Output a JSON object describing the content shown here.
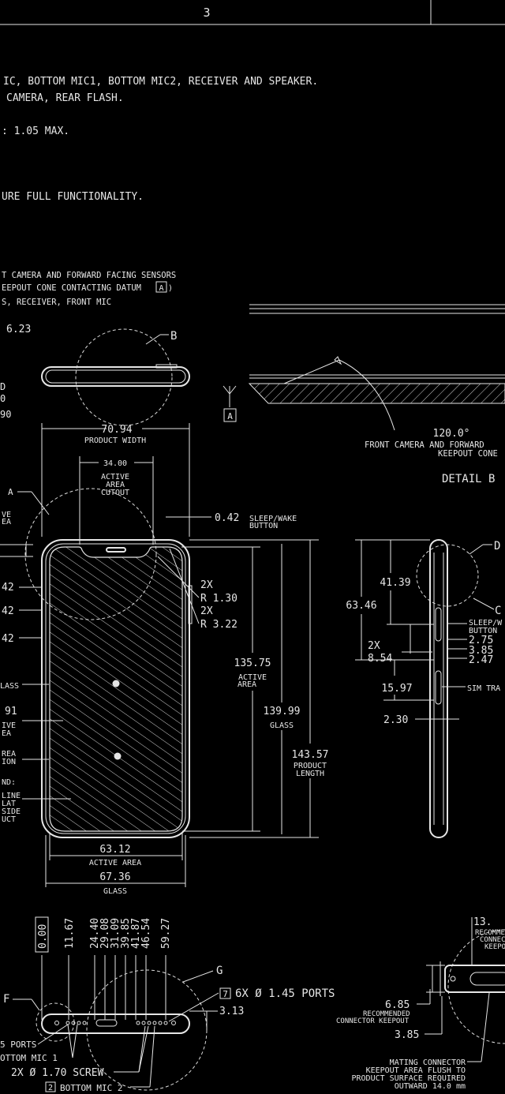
{
  "sheet_number": "3",
  "notes": [
    "IC, BOTTOM MIC1, BOTTOM MIC2, RECEIVER AND SPEAKER.",
    "CAMERA, REAR FLASH.",
    ": 1.05 MAX.",
    "URE FULL FUNCTIONALITY.",
    "T CAMERA AND FORWARD FACING SENSORS",
    "EEPOUT CONE CONTACTING DATUM",
    "S, RECEIVER, FRONT MIC"
  ],
  "datum_a": "A",
  "top_view": {
    "dim_623": "6.23",
    "callout_b": "B",
    "left_d": "D",
    "left_0": "0",
    "left_90": "90"
  },
  "front_view": {
    "width_value": "70.94",
    "width_label": "PRODUCT WIDTH",
    "cutout_value": "34.00",
    "cutout_label_1": "ACTIVE",
    "cutout_label_2": "AREA",
    "cutout_label_3": "CUTOUT",
    "sleep_value": "0.42",
    "sleep_label_1": "SLEEP/WAKE",
    "sleep_label_2": "BUTTON",
    "radius_1_count": "2X",
    "radius_1": "R 1.30",
    "radius_2_count": "2X",
    "radius_2": "R 3.22",
    "active_height_value": "135.75",
    "active_height_label_1": "ACTIVE",
    "active_height_label_2": "AREA",
    "glass_height_value": "139.99",
    "glass_height_label": "GLASS",
    "product_length_value": "143.57",
    "product_length_label_1": "PRODUCT",
    "product_length_label_2": "LENGTH",
    "active_width_value": "63.12",
    "active_width_label": "ACTIVE AREA",
    "glass_width_value": "67.36",
    "glass_width_label": "GLASS",
    "left_callout_a": "A",
    "left_labels": [
      "VE",
      "EA",
      "42",
      "42",
      "42",
      "LASS",
      "91",
      "IVE",
      "EA",
      "REA",
      "ION",
      "ND:",
      "LINE",
      "LAT",
      "SIDE",
      "UCT"
    ]
  },
  "side_view": {
    "callout_d": "D",
    "callout_c": "C",
    "dim_4139": "41.39",
    "dim_6346": "63.46",
    "sleep_label_1": "SLEEP/W",
    "sleep_label_2": "BUTTON",
    "dim_275": "2.75",
    "dim_385": "3.85",
    "dim_247": "2.47",
    "count_2x": "2X",
    "dim_854": "8.54",
    "dim_1597": "15.97",
    "sim_label": "SIM TRA",
    "dim_230": "2.30"
  },
  "detail_b": {
    "angle": "120.0°",
    "label_1": "FRONT CAMERA AND FORWARD",
    "label_2": "KEEPOUT CONE",
    "title": "DETAIL B"
  },
  "bottom_view": {
    "vertical_dims": [
      "0.00",
      "11.67",
      "24.40",
      "29.08",
      "31.09",
      "39.85",
      "41.87",
      "46.54",
      "59.27"
    ],
    "callout_g": "G",
    "callout_f": "F",
    "ports_count": "7",
    "ports_label": "6X  Ø  1.45 PORTS",
    "dim_313": "3.13",
    "left_ports": "5 PORTS",
    "bottom_mic_1": "OTTOM MIC 1",
    "screw_label": "2X  Ø  1.70 SCREW",
    "bottom_mic_2_num": "2",
    "bottom_mic_2": "BOTTOM MIC 2"
  },
  "connector": {
    "dim_685": "6.85",
    "rec_1": "RECOMMENDED",
    "rec_2": "CONNECTOR KEEPOUT",
    "dim_385": "3.85",
    "dim_13": "13.",
    "rk_1": "RECOMME",
    "rk_2": "CONNEC",
    "rk_3": "KEEPO",
    "mating_1": "MATING CONNECTOR",
    "mating_2": "KEEPOUT AREA FLUSH TO",
    "mating_3": "PRODUCT SURFACE REQUIRED",
    "mating_4": "OUTWARD 14.0 mm"
  }
}
